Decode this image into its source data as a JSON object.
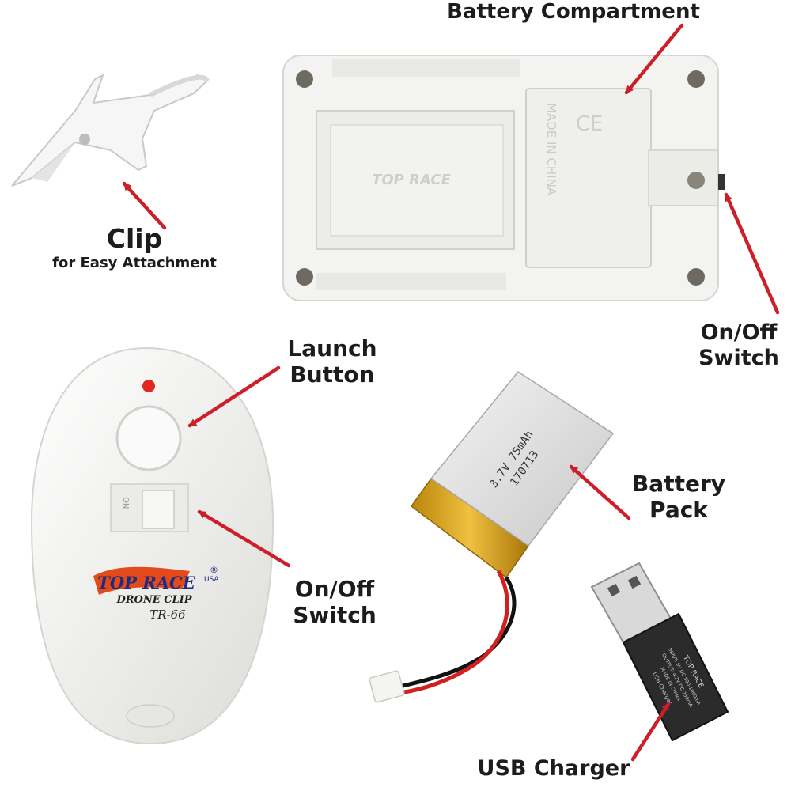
{
  "labels": {
    "battery_compartment": "Battery Compartment",
    "clip_title": "Clip",
    "clip_subtitle": "for Easy Attachment",
    "onoff_top_line1": "On/Off",
    "onoff_top_line2": "Switch",
    "launch_line1": "Launch",
    "launch_line2": "Button",
    "onoff_remote_line1": "On/Off",
    "onoff_remote_line2": "Switch",
    "battery_pack_line1": "Battery",
    "battery_pack_line2": "Pack",
    "usb_charger": "USB Charger"
  },
  "product_markings": {
    "brand": "TOP RACE",
    "brand_usa": "USA",
    "registered": "®",
    "product_name": "DRONE CLIP",
    "model": "TR-66",
    "made_in": "MADE IN CHINA",
    "ce_mark": "CE",
    "switch_on": "ON",
    "battery_code": "3.7V 75mAh",
    "battery_serial": "170713",
    "usb_label": "USB Charger",
    "usb_input": "INPUT: 5V DC 500-1000mA",
    "usb_output": "OUTPUT: 4.2V DC 250mA",
    "usb_made_in": "MADE IN CHINA"
  },
  "colors": {
    "arrow": "#cc1f2a",
    "device": "#f2f2f0",
    "usb_body": "#2b2b2b",
    "battery_foil": "#d9a520",
    "led": "#e0281e"
  }
}
